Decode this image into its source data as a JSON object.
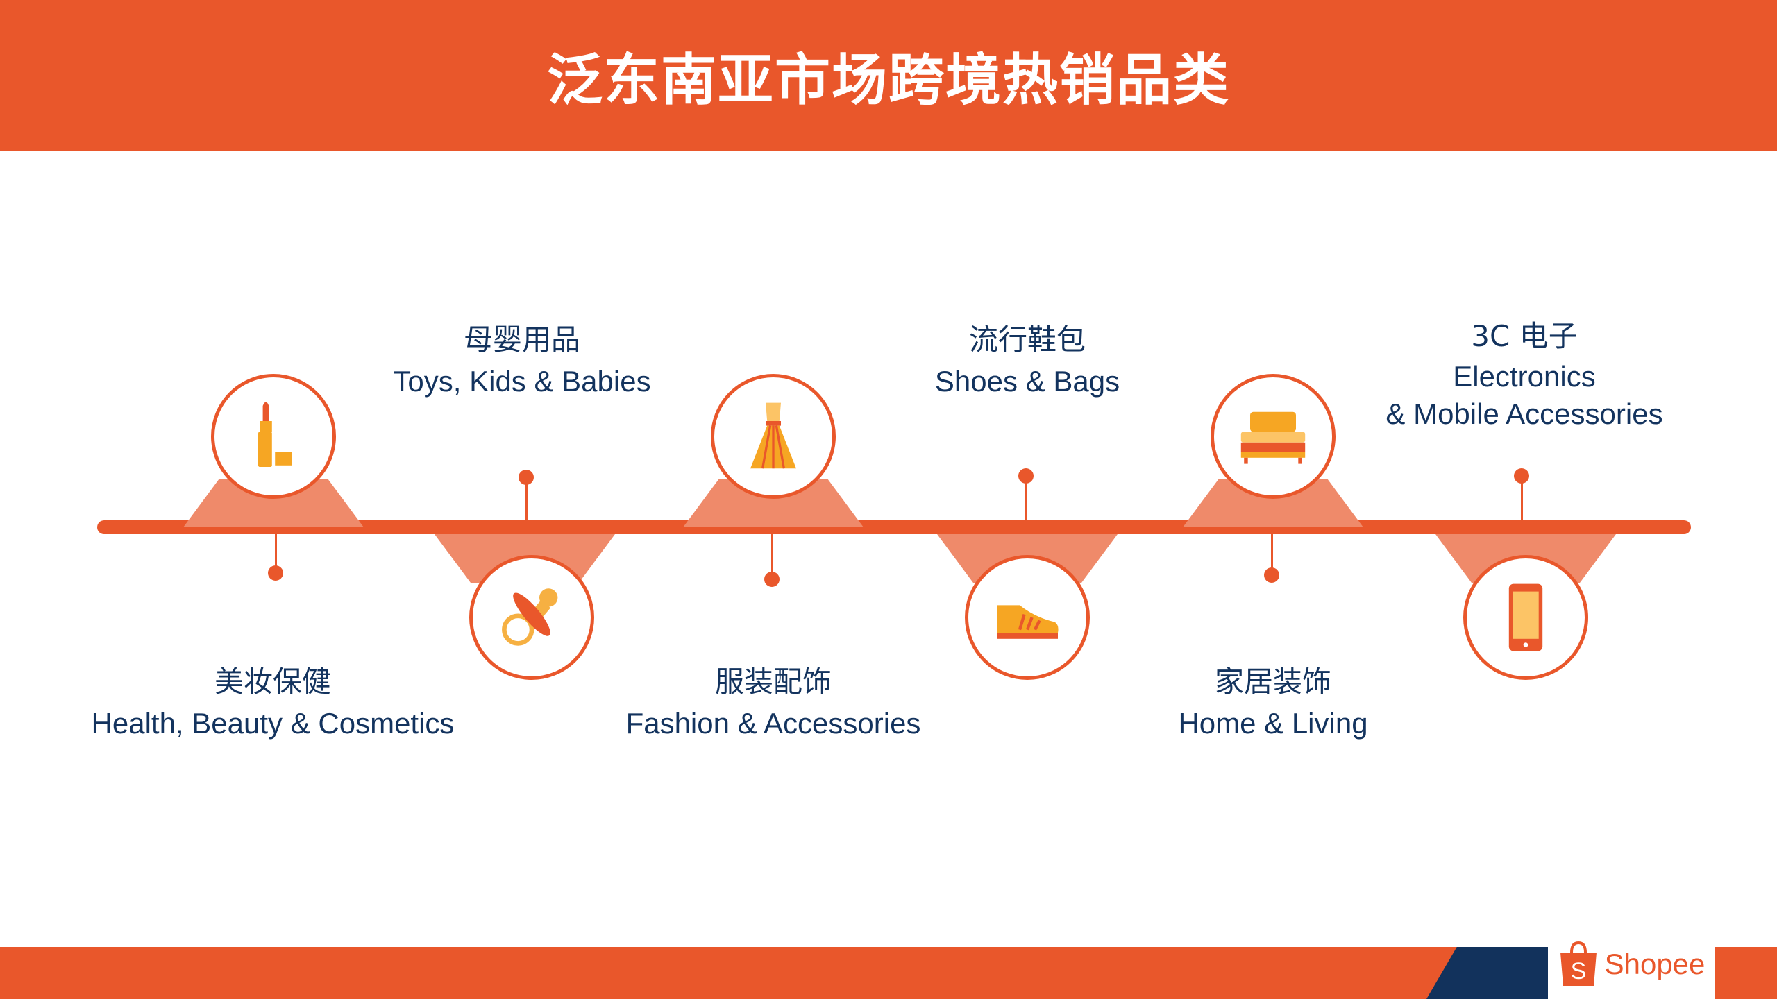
{
  "title": "泛东南亚市场跨境热销品类",
  "categories": [
    {
      "cn": "美妆保健",
      "en": "Health, Beauty & Cosmetics",
      "icon": "lipstick-icon"
    },
    {
      "cn": "母婴用品",
      "en": "Toys, Kids & Babies",
      "icon": "pacifier-icon"
    },
    {
      "cn": "服装配饰",
      "en": "Fashion & Accessories",
      "icon": "dress-icon"
    },
    {
      "cn": "流行鞋包",
      "en": "Shoes & Bags",
      "icon": "shoe-icon"
    },
    {
      "cn": "家居装饰",
      "en": "Home & Living",
      "icon": "bed-icon"
    },
    {
      "cn": "3C 电子",
      "en": "Electronics",
      "en2": "& Mobile Accessories",
      "icon": "phone-icon"
    }
  ],
  "brand": {
    "name": "Shopee",
    "logo_letter": "S"
  },
  "colors": {
    "primary": "#e9572b",
    "navy": "#13335e",
    "light": "#ef8a6a",
    "yellow": "#f6a623"
  }
}
